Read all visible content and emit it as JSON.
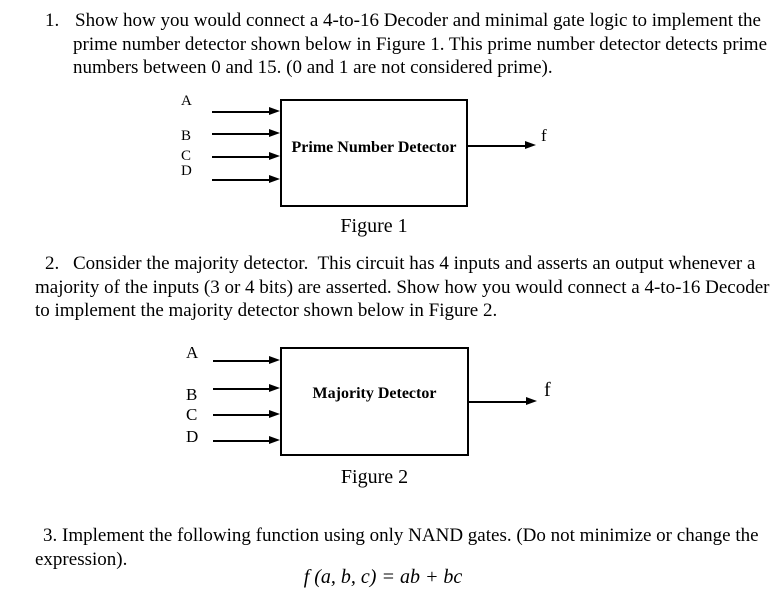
{
  "page": {
    "background_color": "#ffffff",
    "ink_color": "#000000"
  },
  "questions": {
    "q1": {
      "number": "1.",
      "line1": "Show how you would connect a 4-to-16 Decoder and minimal gate logic to implement the",
      "line2": "prime number detector shown below in Figure 1. This prime number detector detects prime",
      "line3": "numbers between 0 and 15. (0 and 1 are not considered prime)."
    },
    "q2": {
      "number": "2.",
      "line1": "Consider the majority detector.  This circuit has 4 inputs and asserts an output whenever a",
      "line2": "majority of the inputs (3 or 4 bits) are asserted. Show how you would connect a 4-to-16 Decoder",
      "line3": "to implement the majority detector shown below in Figure 2."
    },
    "q3": {
      "line1": "3. Implement the following function using only NAND gates. (Do not minimize or change the",
      "line2": "expression).",
      "formula": "f (a, b, c) = ab + bc"
    }
  },
  "figures": {
    "figure1": {
      "inputs": [
        "A",
        "B",
        "C",
        "D"
      ],
      "block_label": "Prime Number Detector",
      "output_label": "f",
      "caption": "Figure 1"
    },
    "figure2": {
      "inputs": [
        "A",
        "B",
        "C",
        "D"
      ],
      "block_label": "Majority Detector",
      "output_label": "f",
      "caption": "Figure 2"
    }
  }
}
